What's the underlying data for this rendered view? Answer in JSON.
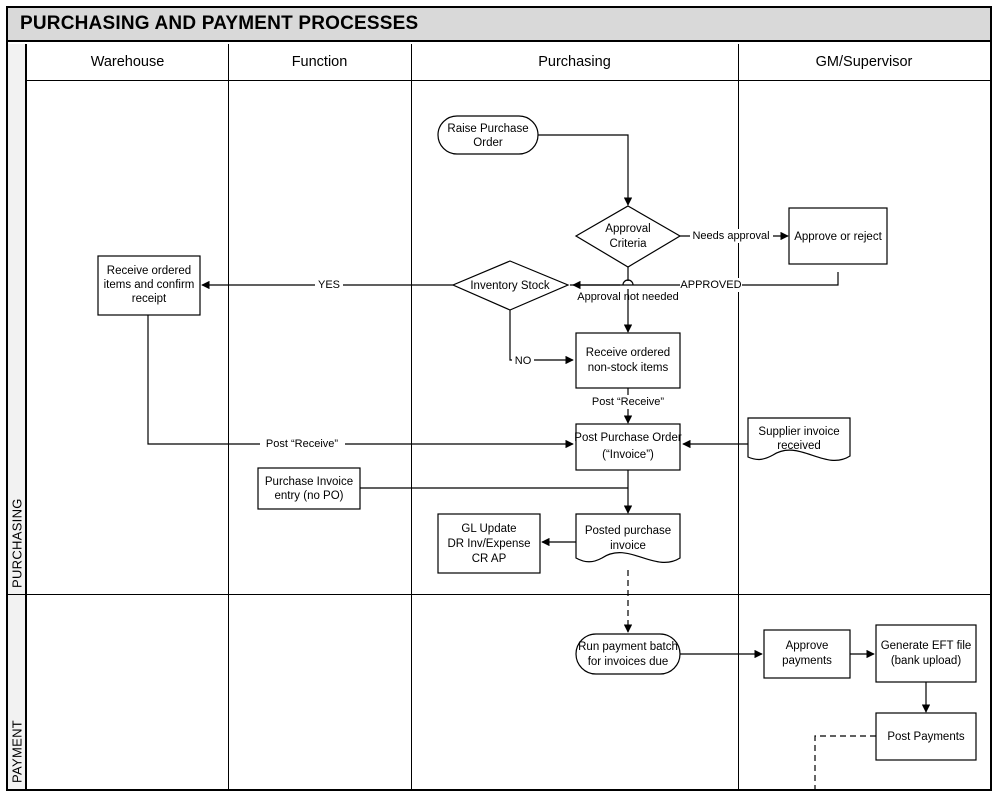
{
  "document": {
    "title": "PURCHASING AND PAYMENT PROCESSES",
    "title_bar_color": "#d9d9d9",
    "phase_strip_color": "#f2f2f2",
    "border_color": "#000000",
    "shape_fill": "#ffffff"
  },
  "columns": [
    {
      "key": "warehouse",
      "label": "Warehouse"
    },
    {
      "key": "function",
      "label": "Function"
    },
    {
      "key": "purchasing",
      "label": "Purchasing"
    },
    {
      "key": "gm_supervisor",
      "label": "GM/Supervisor"
    }
  ],
  "phases": [
    {
      "key": "purchasing",
      "label": "PURCHASING"
    },
    {
      "key": "payment",
      "label": "PAYMENT"
    }
  ],
  "nodes": {
    "raise_purchase_order": {
      "label_line1": "Raise Purchase",
      "label_line2": "Order",
      "shape": "terminator",
      "lane": "purchasing",
      "phase": "purchasing"
    },
    "approval_criteria": {
      "label_line1": "Approval",
      "label_line2": "Criteria",
      "shape": "decision",
      "lane": "purchasing",
      "phase": "purchasing"
    },
    "approve_or_reject": {
      "label_line1": "Approve or reject",
      "label_line2": "",
      "shape": "process",
      "lane": "gm_supervisor",
      "phase": "purchasing"
    },
    "inventory_stock": {
      "label_line1": "Inventory Stock",
      "label_line2": "",
      "shape": "decision",
      "lane": "purchasing",
      "phase": "purchasing"
    },
    "receive_ordered_items": {
      "label_line1": "Receive ordered",
      "label_line2": "items and confirm",
      "label_line3": "receipt",
      "shape": "process",
      "lane": "warehouse",
      "phase": "purchasing"
    },
    "receive_non_stock": {
      "label_line1": "Receive ordered",
      "label_line2": "non-stock items",
      "shape": "process",
      "lane": "purchasing",
      "phase": "purchasing"
    },
    "post_purchase_order": {
      "label_line1": "Post Purchase Order",
      "label_line2": "(“Invoice”)",
      "shape": "process",
      "lane": "purchasing",
      "phase": "purchasing"
    },
    "supplier_invoice": {
      "label_line1": "Supplier invoice",
      "label_line2": "received",
      "shape": "document",
      "lane": "gm_supervisor",
      "phase": "purchasing"
    },
    "purchase_invoice_entry": {
      "label_line1": "Purchase Invoice",
      "label_line2": "entry (no PO)",
      "shape": "process",
      "lane": "function",
      "phase": "purchasing"
    },
    "posted_purchase_invoice": {
      "label_line1": "Posted purchase",
      "label_line2": "invoice",
      "shape": "document",
      "lane": "purchasing",
      "phase": "purchasing"
    },
    "gl_update": {
      "label_line1": "GL Update",
      "label_line2": "DR Inv/Expense",
      "label_line3": "CR AP",
      "shape": "process",
      "lane": "purchasing",
      "phase": "purchasing"
    },
    "run_payment_batch": {
      "label_line1": "Run payment batch",
      "label_line2": "for invoices due",
      "shape": "terminator",
      "lane": "purchasing",
      "phase": "payment"
    },
    "approve_payments": {
      "label_line1": "Approve",
      "label_line2": "payments",
      "shape": "process",
      "lane": "gm_supervisor",
      "phase": "payment"
    },
    "generate_eft_file": {
      "label_line1": "Generate EFT file",
      "label_line2": "(bank upload)",
      "shape": "process",
      "lane": "gm_supervisor",
      "phase": "payment"
    },
    "post_payments": {
      "label_line1": "Post Payments",
      "label_line2": "",
      "shape": "process",
      "lane": "gm_supervisor",
      "phase": "payment"
    }
  },
  "edge_labels": {
    "needs_approval": "Needs approval",
    "approved": "APPROVED",
    "approval_not_needed": "Approval not needed",
    "yes": "YES",
    "no": "NO",
    "post_receive_1": "Post “Receive”",
    "post_receive_2": "Post “Receive”"
  }
}
